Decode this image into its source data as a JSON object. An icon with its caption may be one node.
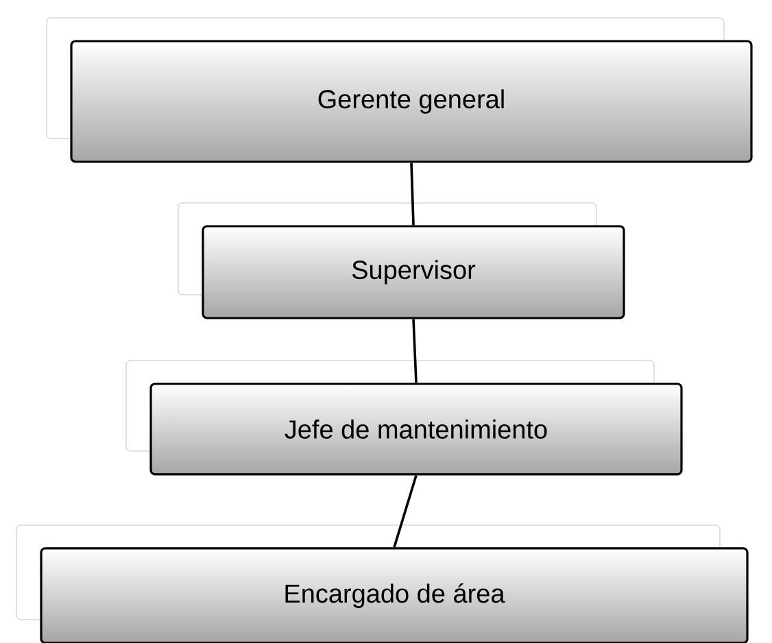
{
  "diagram": {
    "nodes": [
      {
        "text": [
          "Gerente general"
        ]
      },
      {
        "text": [
          "Supervisor"
        ]
      },
      {
        "text": [
          "Jefe de mantenimiento"
        ]
      },
      {
        "text": [
          "Encargado de área"
        ]
      }
    ],
    "edges": [
      {
        "from": 0,
        "to": 1,
        "arrow": "none"
      },
      {
        "from": 1,
        "to": 2,
        "arrow": "none"
      },
      {
        "from": 2,
        "to": 3,
        "arrow": "none"
      }
    ]
  }
}
